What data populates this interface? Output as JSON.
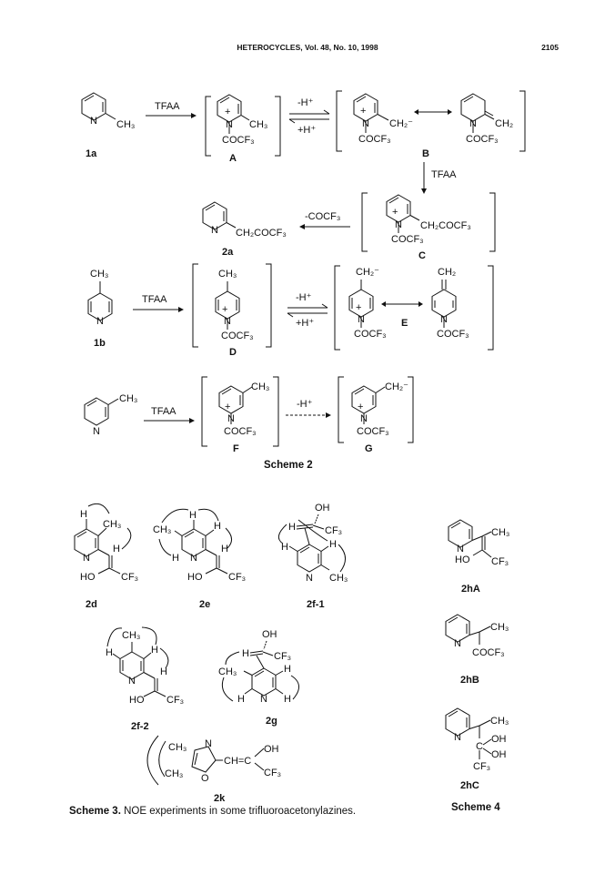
{
  "header": {
    "journal": "HETEROCYCLES, Vol. 48, No. 10, 1998",
    "page_number": "2105"
  },
  "scheme2": {
    "reagent": "TFAA",
    "deprotonation": "-H⁺",
    "protonation": "+H⁺",
    "decoacylation": "-COCF₃",
    "substituents": {
      "ch3": "CH₃",
      "ch2_anion": "CH₂⁻",
      "ch2": "CH₂",
      "n_acyl": "COCF₃",
      "ch2cocf3": "CH₂COCF₃"
    },
    "compounds": {
      "c1a": "1a",
      "cA": "A",
      "cB": "B",
      "cC": "C",
      "c2a": "2a",
      "c1b": "1b",
      "cD": "D",
      "cE": "E",
      "cF": "F",
      "cG": "G"
    },
    "caption": "Scheme 2"
  },
  "scheme3": {
    "groups": {
      "h": "H",
      "n": "N",
      "o": "O",
      "oh": "OH",
      "ho": "HO",
      "cf3": "CF₃",
      "ch3": "CH₃",
      "c_eq": "C",
      "ch_eq": "CH=C"
    },
    "compounds": {
      "c2d": "2d",
      "c2e": "2e",
      "c2f1": "2f-1",
      "c2f2": "2f-2",
      "c2g": "2g",
      "c2k": "2k"
    },
    "caption_label": "Scheme 3.",
    "caption_text": " NOE experiments in some trifluoroacetonylazines."
  },
  "scheme4": {
    "compounds": {
      "c2hA": "2hA",
      "c2hB": "2hB",
      "c2hC": "2hC"
    },
    "groups": {
      "ch3": "CH₃",
      "ho": "HO",
      "cf3": "CF₃",
      "cocf3": "COCF₃",
      "oh": "OH",
      "c": "C"
    },
    "caption": "Scheme 4"
  }
}
